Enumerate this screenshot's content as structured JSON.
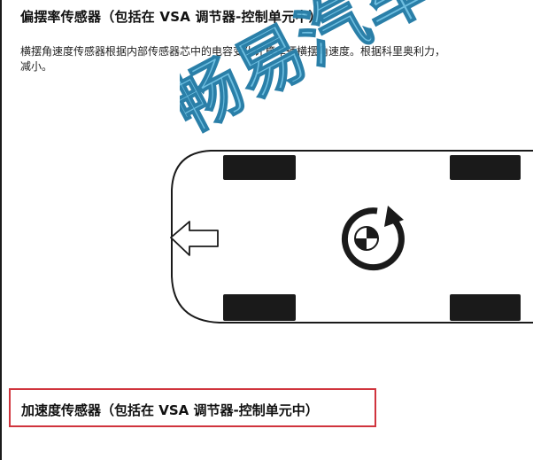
{
  "document": {
    "heading_1": "偏摆率传感器（包括在 VSA 调节器-控制单元中）",
    "paragraph_line_1": "横摆角速度传感器根据内部传感器芯中的电容变化计算车辆横摆角速度。根据科里奥利力，",
    "paragraph_line_2": "减小。",
    "heading_2": "加速度传感器（包括在 VSA 调节器-控制单元中）"
  },
  "watermark": {
    "text": "畅易汽车",
    "color": "#5bb6dd"
  },
  "colors": {
    "highlight_border": "#d0343d",
    "diagram_stroke": "#1a1a1a"
  },
  "icons": {
    "direction": "forward-arrow-icon",
    "rotation": "yaw-rotation-icon"
  }
}
